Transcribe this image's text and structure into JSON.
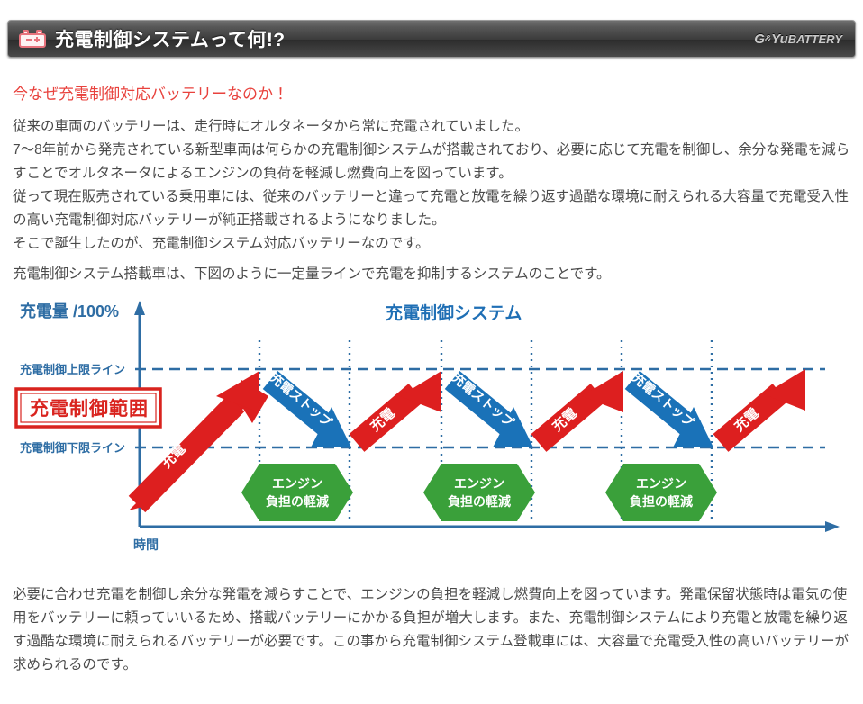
{
  "header": {
    "title": "充電制御システムって何!?",
    "logo_main": "G",
    "logo_amp": "&",
    "logo_yu": "Yu",
    "logo_battery": "BATTERY",
    "icon": "battery-icon"
  },
  "lead": "今なぜ充電制御対応バッテリーなのか！",
  "paragraph1": [
    "従来の車両のバッテリーは、走行時にオルタネータから常に充電されていました。",
    "7～8年前から発売されている新型車両は何らかの充電制御システムが搭載されており、必要に応じて充電を制御し、余分な発電を減らすことでオルタネータによるエンジンの負荷を軽減し燃費向上を図っています。",
    "従って現在販売されている乗用車には、従来のバッテリーと違って充電と放電を繰り返す過酷な環境に耐えられる大容量で充電受入性の高い充電制御対応バッテリーが純正搭載されるようになりました。",
    "そこで誕生したのが、充電制御システム対応バッテリーなのです。"
  ],
  "paragraph2": [
    "充電制御システム搭載車は、下図のように一定量ラインで充電を抑制するシステムのことです。"
  ],
  "paragraph3": [
    "必要に合わせ充電を制御し余分な発電を減らすことで、エンジンの負担を軽減し燃費向上を図っています。発電保留状態時は電気の使用をバッテリーに頼っていいるため、搭載バッテリーにかかる負担が増大します。また、充電制御システムにより充電と放電を繰り返す過酷な環境に耐えられるバッテリーが必要です。この事から充電制御システム登載車には、大容量で充電受入性の高いバッテリーが求められるのです。"
  ],
  "chart_data": {
    "type": "line",
    "title": "充電制御システム",
    "ylabel": "充電量 /100%",
    "xlabel": "時間",
    "grid": false,
    "legend_position": "none",
    "colors": {
      "charge": "#DD1F1F",
      "stop": "#1A72B8",
      "engine": "#3AA03A",
      "axis": "#2E6DA4",
      "limit_line": "#2E6DA4",
      "divider": "#2E6DA4",
      "range_box_border": "#D9231E",
      "range_box_text": "#D9231E"
    },
    "annotations": {
      "range_box": "充電制御範囲",
      "upper_limit_label": "充電制御上限ライン",
      "lower_limit_label": "充電制御下限ライン",
      "charge_label": "充電",
      "stop_label": "充電ストップ",
      "engine_label_line1": "エンジン",
      "engine_label_line2": "負担の軽減"
    },
    "axis_ranges": {
      "y_upper_limit_pct": 100,
      "y_lower_limit_pct": 55,
      "y_min_pct": 0
    },
    "series": [
      {
        "name": "充電",
        "type": "charge-up",
        "segments": [
          {
            "index": 1,
            "from_pct": 20,
            "to_pct": 100,
            "label": "充電"
          },
          {
            "index": 2,
            "from_pct": 55,
            "to_pct": 100,
            "label": "充電"
          },
          {
            "index": 3,
            "from_pct": 55,
            "to_pct": 100,
            "label": "充電"
          },
          {
            "index": 4,
            "from_pct": 55,
            "to_pct": 100,
            "label": "充電"
          }
        ]
      },
      {
        "name": "充電ストップ",
        "type": "discharge-down",
        "segments": [
          {
            "index": 1,
            "from_pct": 100,
            "to_pct": 55,
            "label": "充電ストップ"
          },
          {
            "index": 2,
            "from_pct": 100,
            "to_pct": 55,
            "label": "充電ストップ"
          },
          {
            "index": 3,
            "from_pct": 100,
            "to_pct": 55,
            "label": "充電ストップ"
          }
        ]
      },
      {
        "name": "エンジン負担の軽減",
        "type": "relief-band",
        "segments": [
          {
            "index": 1,
            "label": "エンジン負担の軽減"
          },
          {
            "index": 2,
            "label": "エンジン負担の軽減"
          },
          {
            "index": 3,
            "label": "エンジン負担の軽減"
          }
        ]
      }
    ]
  }
}
